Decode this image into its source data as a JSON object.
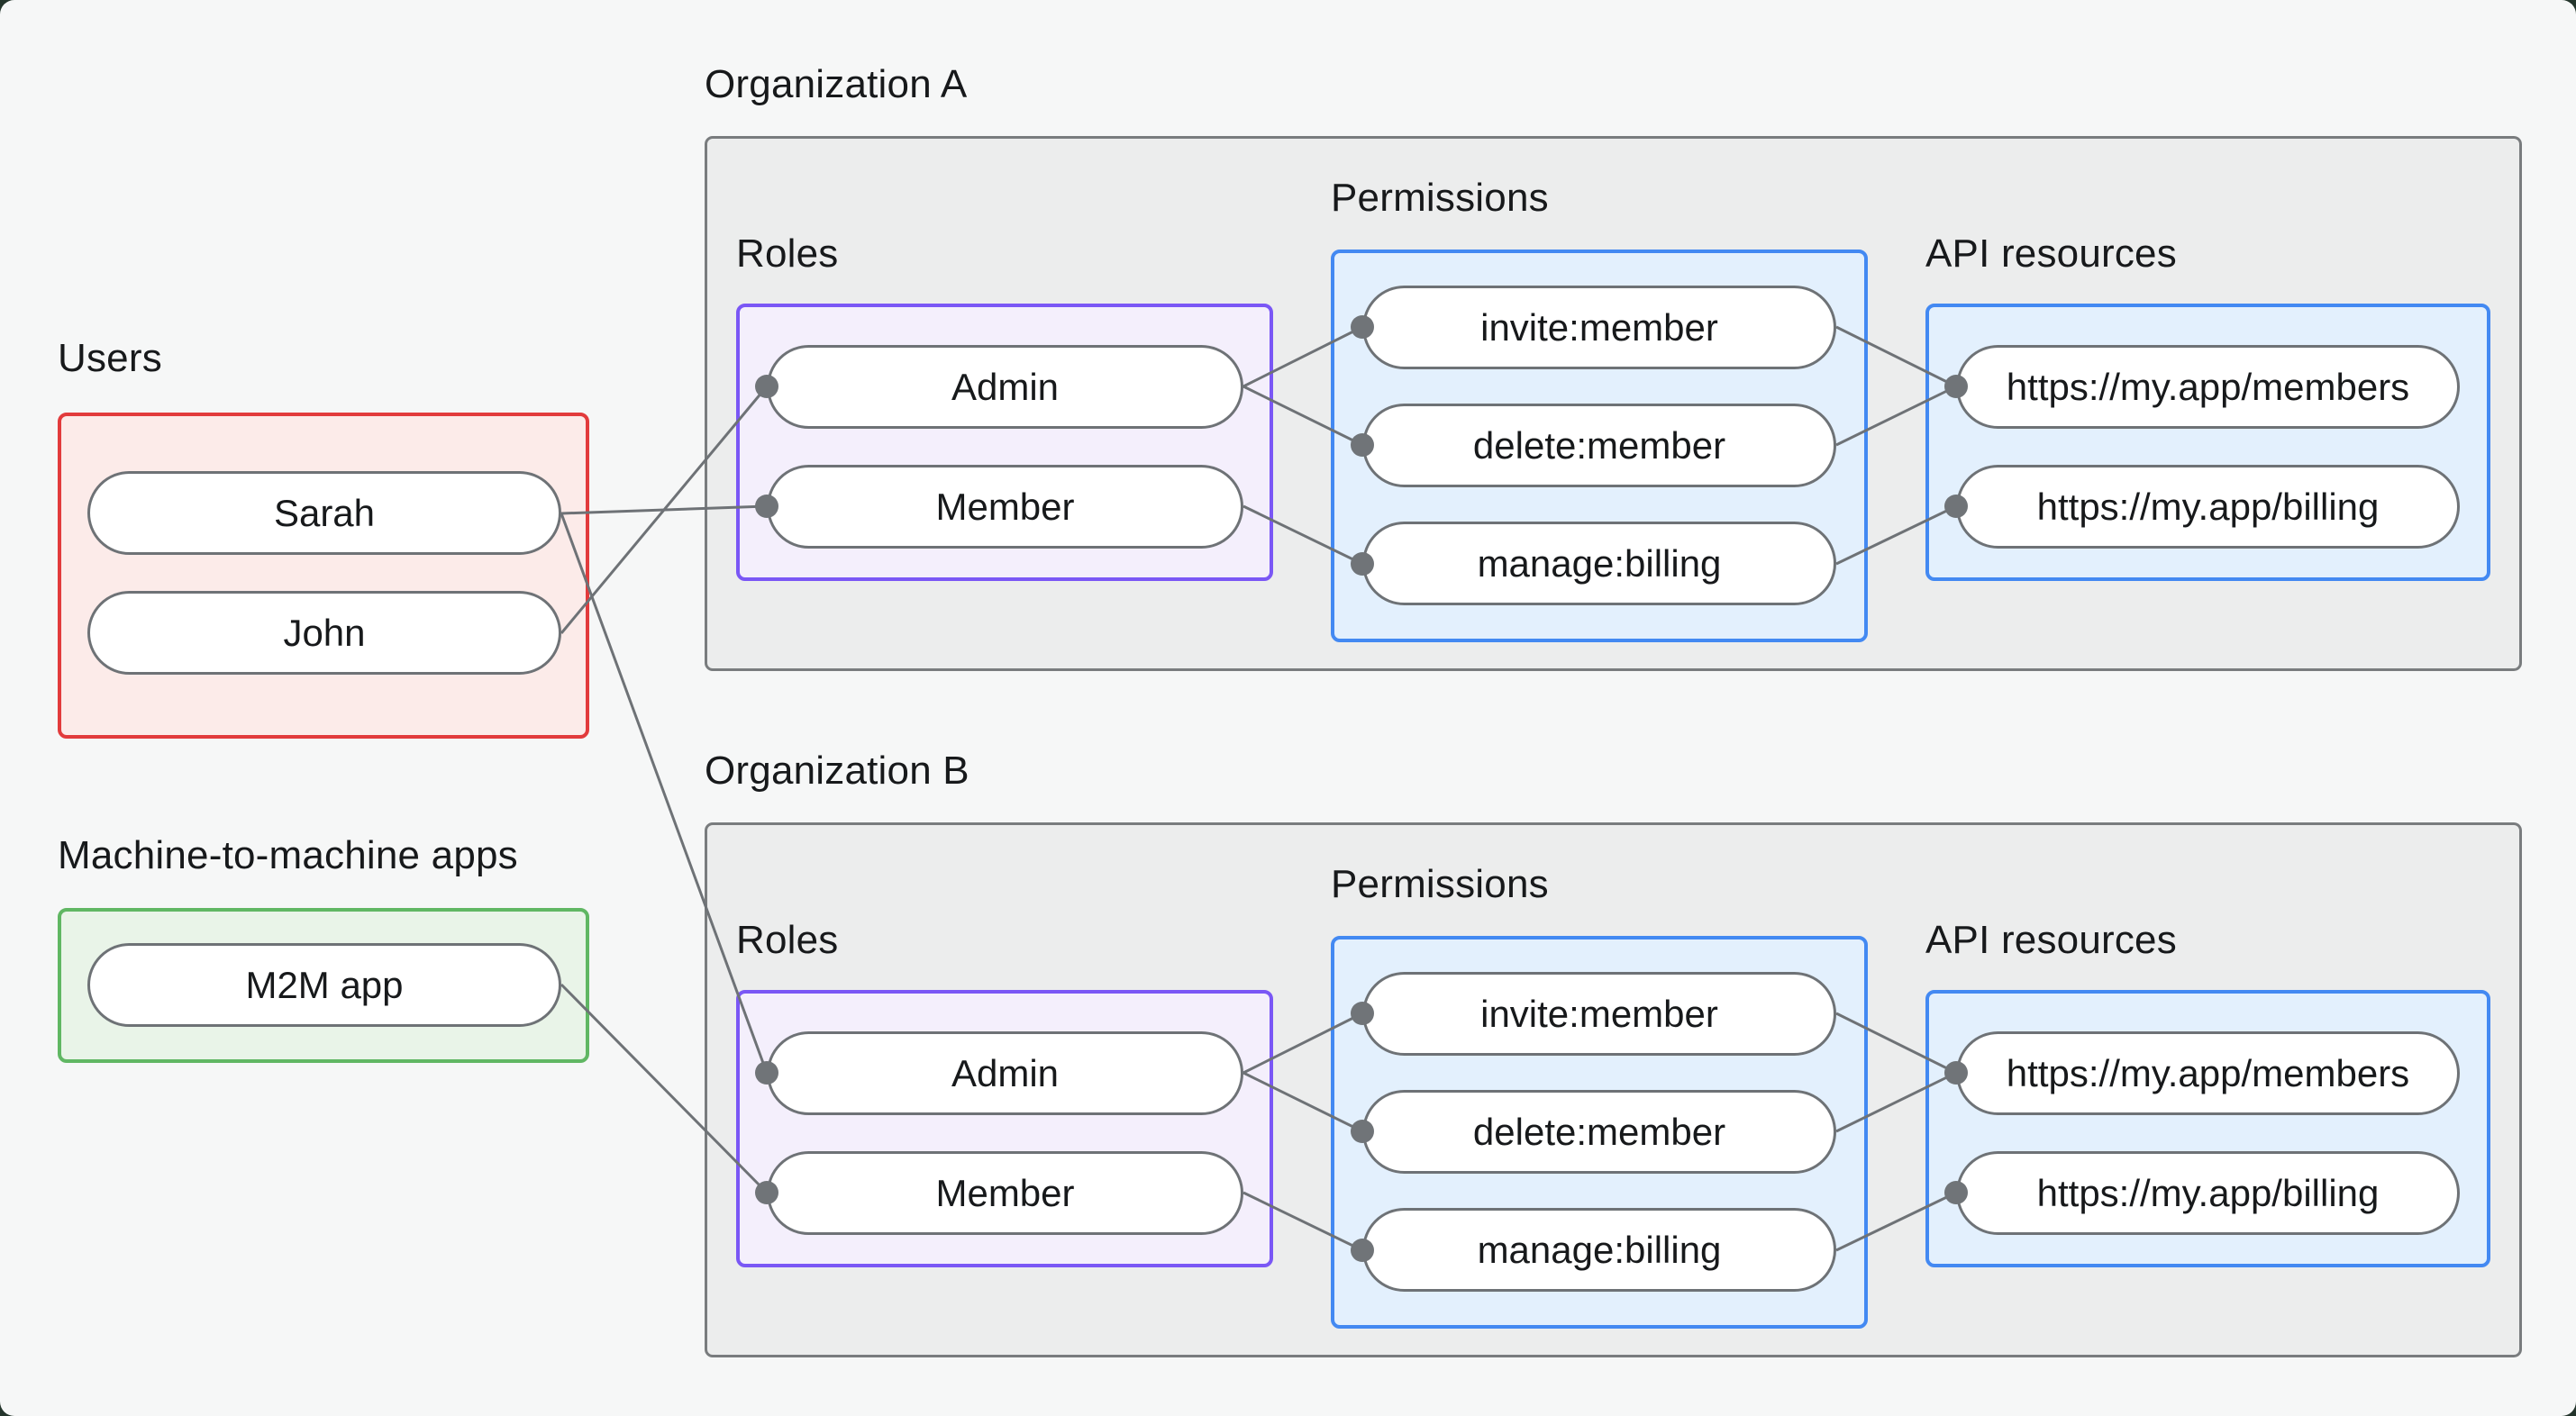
{
  "canvas": {
    "background": "#F6F7F7",
    "outer_background": "#24352C"
  },
  "colors": {
    "users_border": "#E23B3C",
    "users_bg": "#FCEBE9",
    "m2m_border": "#60B763",
    "m2m_bg": "#E9F4E8",
    "roles_border": "#7A57F5",
    "roles_bg": "#F4EFFC",
    "permissions_border": "#4389F2",
    "permissions_bg": "#E3F0FD",
    "api_border": "#4389F2",
    "api_bg": "#E3F0FD",
    "org_border": "#797C7E",
    "org_bg": "#ECEDED",
    "node_border": "#6E7276",
    "node_bg": "#FFFFFF",
    "wire": "#6E7276",
    "text": "#17191B"
  },
  "users": {
    "label": "Users",
    "items": [
      "Sarah",
      "John"
    ]
  },
  "m2m": {
    "label": "Machine-to-machine apps",
    "items": [
      "M2M app"
    ]
  },
  "org_a": {
    "label": "Organization A",
    "roles": {
      "label": "Roles",
      "items": [
        "Admin",
        "Member"
      ]
    },
    "permissions": {
      "label": "Permissions",
      "items": [
        "invite:member",
        "delete:member",
        "manage:billing"
      ]
    },
    "api_resources": {
      "label": "API resources",
      "items": [
        "https://my.app/members",
        "https://my.app/billing"
      ]
    }
  },
  "org_b": {
    "label": "Organization B",
    "roles": {
      "label": "Roles",
      "items": [
        "Admin",
        "Member"
      ]
    },
    "permissions": {
      "label": "Permissions",
      "items": [
        "invite:member",
        "delete:member",
        "manage:billing"
      ]
    },
    "api_resources": {
      "label": "API resources",
      "items": [
        "https://my.app/members",
        "https://my.app/billing"
      ]
    }
  },
  "edges": [
    {
      "from": "users.sarah",
      "to": "org_a.roles.member"
    },
    {
      "from": "users.john",
      "to": "org_a.roles.admin"
    },
    {
      "from": "users.sarah",
      "to": "org_b.roles.admin"
    },
    {
      "from": "m2m.m2m_app",
      "to": "org_b.roles.member"
    },
    {
      "from": "org_a.roles.admin",
      "to": "org_a.permissions.invite_member"
    },
    {
      "from": "org_a.roles.admin",
      "to": "org_a.permissions.delete_member"
    },
    {
      "from": "org_a.roles.member",
      "to": "org_a.permissions.manage_billing"
    },
    {
      "from": "org_a.permissions.invite_member",
      "to": "org_a.api_resources.members"
    },
    {
      "from": "org_a.permissions.delete_member",
      "to": "org_a.api_resources.members"
    },
    {
      "from": "org_a.permissions.manage_billing",
      "to": "org_a.api_resources.billing"
    },
    {
      "from": "org_b.roles.admin",
      "to": "org_b.permissions.invite_member"
    },
    {
      "from": "org_b.roles.admin",
      "to": "org_b.permissions.delete_member"
    },
    {
      "from": "org_b.roles.member",
      "to": "org_b.permissions.manage_billing"
    },
    {
      "from": "org_b.permissions.invite_member",
      "to": "org_b.api_resources.members"
    },
    {
      "from": "org_b.permissions.delete_member",
      "to": "org_b.api_resources.members"
    },
    {
      "from": "org_b.permissions.manage_billing",
      "to": "org_b.api_resources.billing"
    }
  ]
}
